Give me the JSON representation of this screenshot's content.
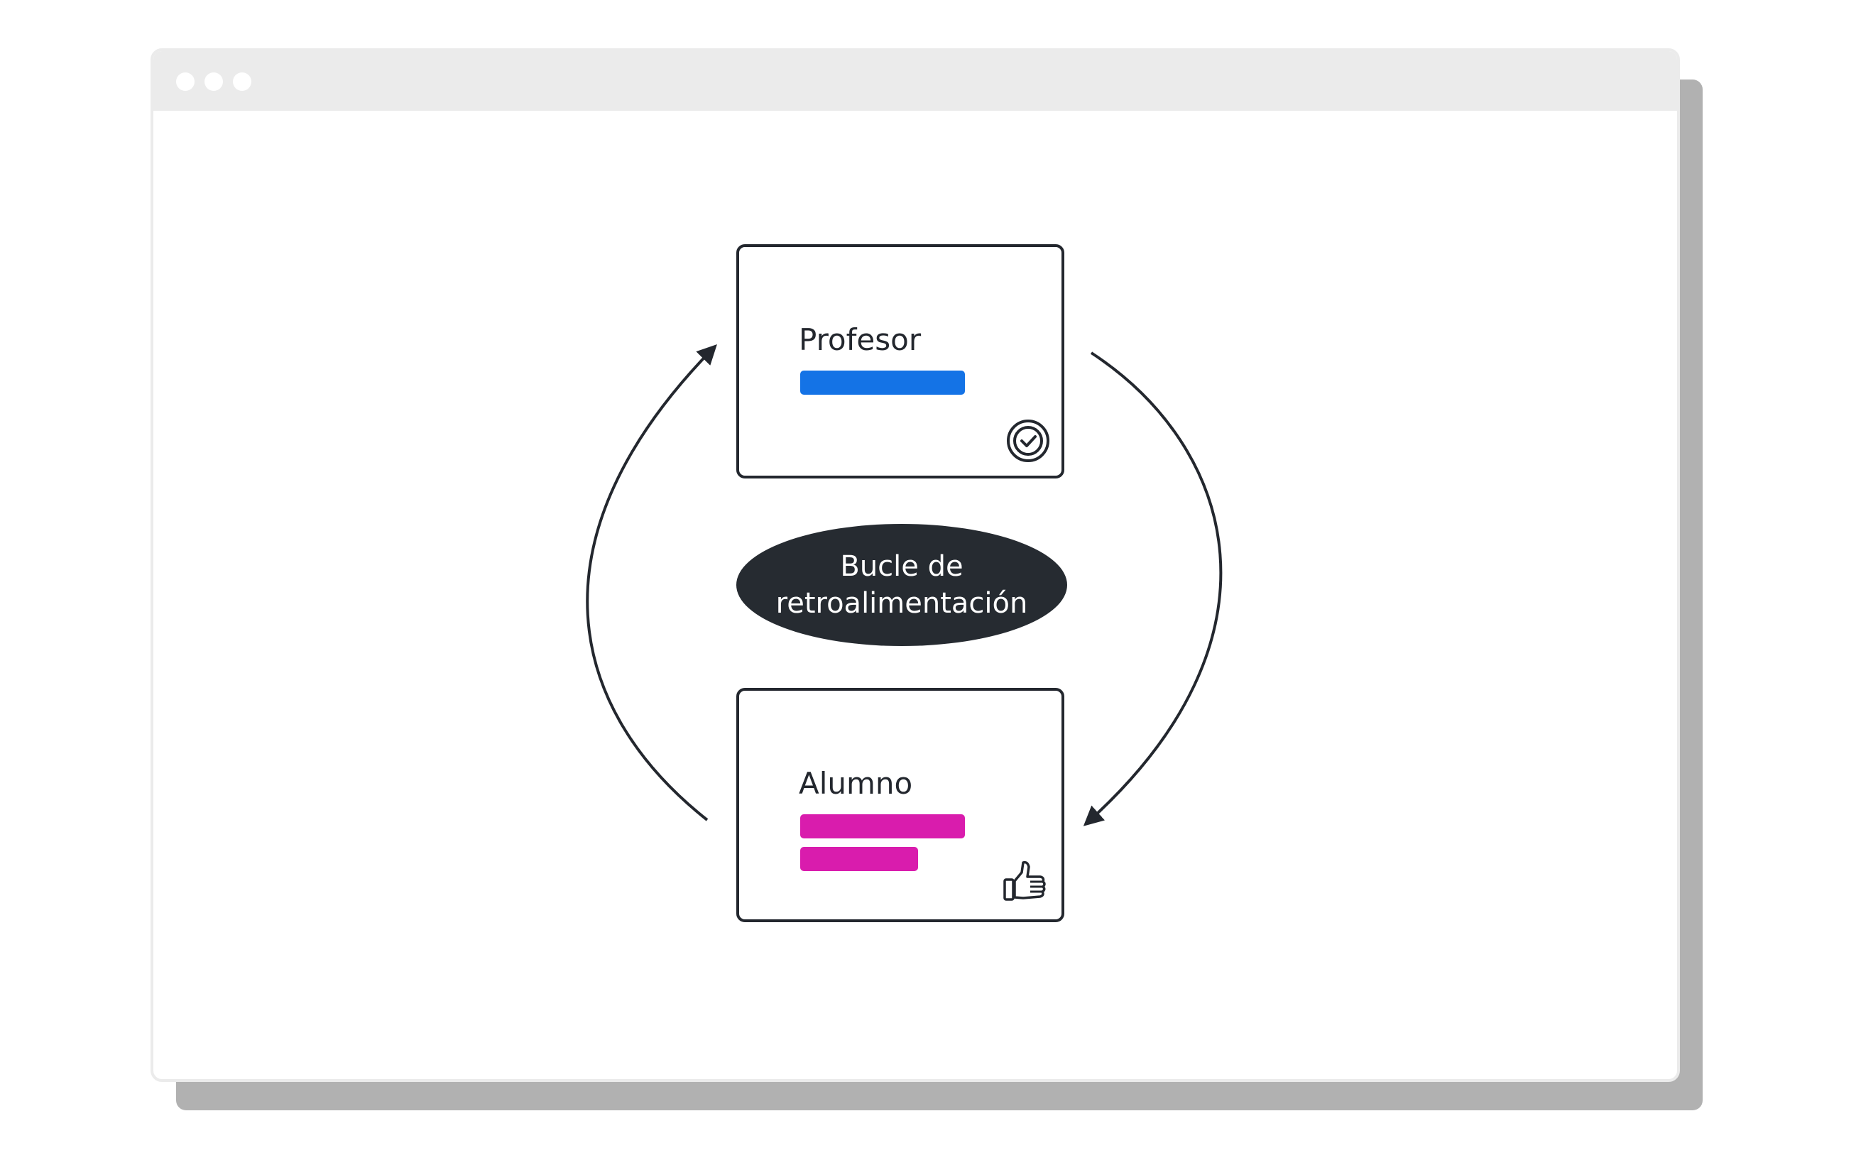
{
  "window": {
    "title_dots": 3
  },
  "diagram": {
    "top_card": {
      "title": "Profesor",
      "bar_color": "#1473e6",
      "icon": "check-badge-icon"
    },
    "bottom_card": {
      "title": "Alumno",
      "bar_color": "#d91cad",
      "icon": "thumbs-up-icon"
    },
    "center": {
      "line1": "Bucle de",
      "line2": "retroalimentación"
    }
  },
  "colors": {
    "outline": "#23272e",
    "pill": "#262b31",
    "titlebar": "#ebebeb",
    "shadow": "#b1b1b1"
  }
}
